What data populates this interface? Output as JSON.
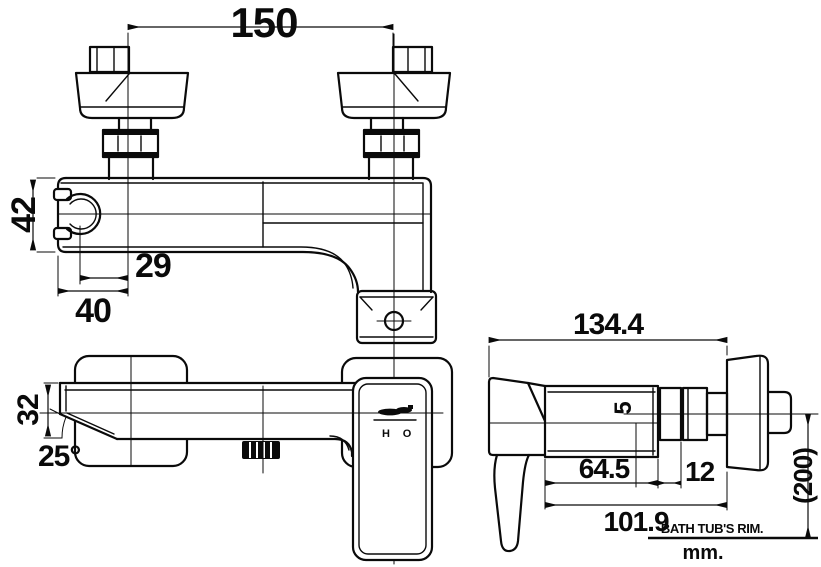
{
  "colors": {
    "line": "#0a0a0a",
    "background": "#ffffff"
  },
  "plan_view": {
    "inlet_spacing": "150",
    "body_width": "42",
    "hook_center_offset": "29",
    "hook_edge_offset": "40"
  },
  "front_view": {
    "spout_height": "32",
    "spout_angle": "25°",
    "hot_marker": "H",
    "cold_marker": "O",
    "brand_logo_icon": "script-logo"
  },
  "side_view": {
    "overall_depth": "134.4",
    "axis_offset": "5",
    "body_depth": "64.5",
    "trim_depth": "12",
    "projection": "101.9",
    "install_height": "(200)",
    "reference_line": "BATH TUB'S RIM.",
    "units": "mm."
  }
}
